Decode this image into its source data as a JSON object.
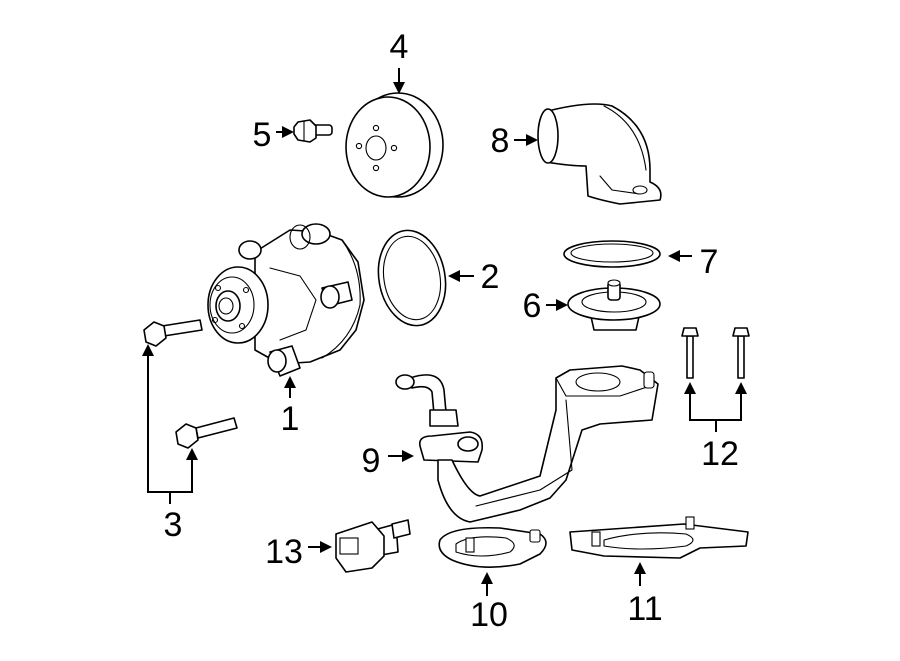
{
  "callouts": {
    "c1": "1",
    "c2": "2",
    "c3": "3",
    "c4": "4",
    "c5": "5",
    "c6": "6",
    "c7": "7",
    "c8": "8",
    "c9": "9",
    "c10": "10",
    "c11": "11",
    "c12": "12",
    "c13": "13"
  },
  "colors": {
    "line": "#000000",
    "background": "#ffffff"
  }
}
